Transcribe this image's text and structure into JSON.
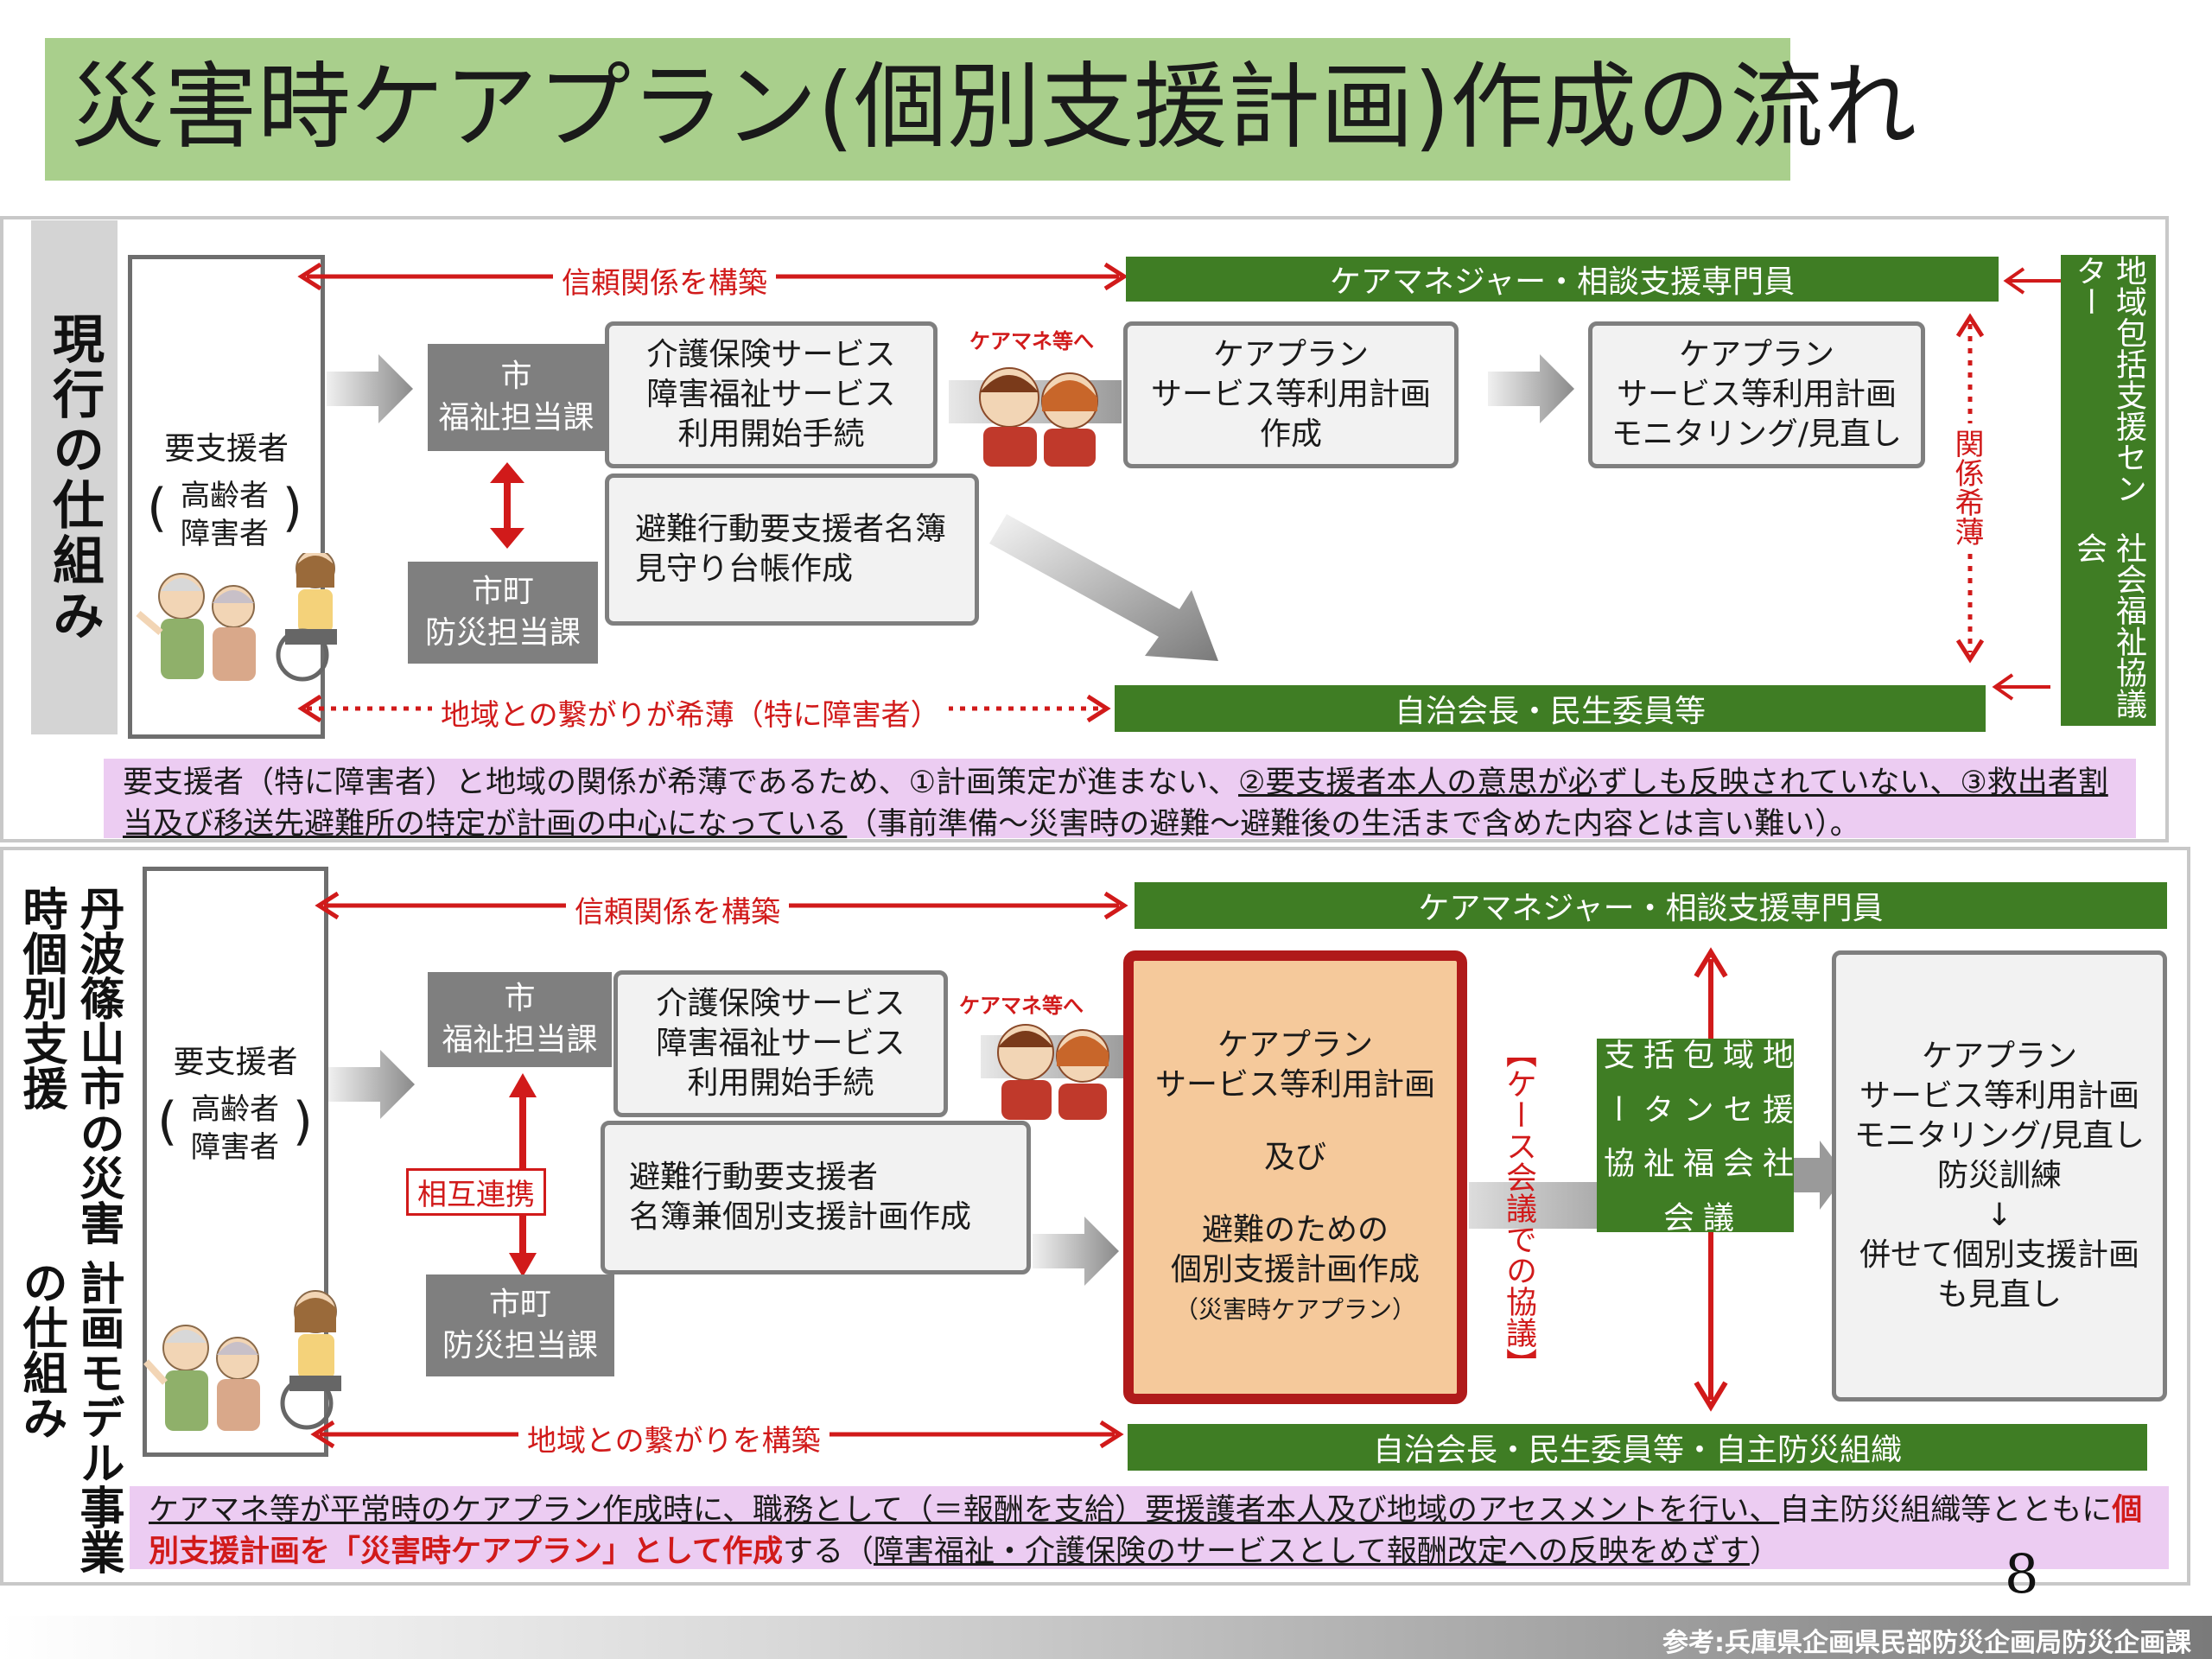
{
  "title": "災害時ケアプラン(個別支援計画)作成の流れ",
  "current": {
    "side_label": "現行の仕組み",
    "person_title": "要支援者",
    "person_sub": [
      "高齢者",
      "障害者"
    ],
    "trust_label": "信頼関係を構築",
    "care_manager_bar": "ケアマネジャー・相談支援専門員",
    "city_welfare": [
      "市",
      "福祉担当課"
    ],
    "city_disaster": [
      "市町",
      "防災担当課"
    ],
    "service_box": [
      "介護保険サービス",
      "障害福祉サービス",
      "利用開始手続"
    ],
    "evac_box": [
      "避難行動要支援者名簿",
      "見守り台帳作成"
    ],
    "care_note": "ケアマネ等へ",
    "plan_box": [
      "ケアプラン",
      "サービス等利用計画",
      "作成"
    ],
    "monitor_box": [
      "ケアプラン",
      "サービス等利用計画",
      "モニタリング/見直し"
    ],
    "weak_relation": "関係希薄",
    "community_label": "地域との繋がりが希薄（特に障害者）",
    "community_bar": "自治会長・民生委員等",
    "support_center": [
      "地域包括支援センター",
      "社会福祉協議会"
    ],
    "note_parts": [
      "要支援者（特に障害者）と地域の関係が希薄であるため、①計画策定が進まない、",
      "②要支援者本人の意思が必ずしも反映されていない、③救出者割当及び移送先避難所の特定が計画の中心になっている",
      "（事前準備～災害時の避難～避難後の生活まで含めた内容とは言い難い）。"
    ]
  },
  "model": {
    "side_label": [
      "丹波篠山市の災害時個別支援",
      "計画モデル事業の仕組み"
    ],
    "person_title": "要支援者",
    "person_sub": [
      "高齢者",
      "障害者"
    ],
    "trust_label": "信頼関係を構築",
    "care_manager_bar": "ケアマネジャー・相談支援専門員",
    "city_welfare": [
      "市",
      "福祉担当課"
    ],
    "city_disaster": [
      "市町",
      "防災担当課"
    ],
    "mutual": "相互連携",
    "service_box": [
      "介護保険サービス",
      "障害福祉サービス",
      "利用開始手続"
    ],
    "evac_box": [
      "避難行動要支援者",
      "名簿兼個別支援計画作成"
    ],
    "care_note": "ケアマネ等へ",
    "central_box": [
      "ケアプラン",
      "サービス等利用計画",
      "及び",
      "避難のための",
      "個別支援計画作成"
    ],
    "central_sub": "（災害時ケアプラン）",
    "case_meeting": "【ケース会議での協議】",
    "support_center": [
      "地域包括支",
      "援センター",
      "社会福祉協",
      "議会"
    ],
    "monitor_box": [
      "ケアプラン",
      "サービス等利用計画",
      "モニタリング/見直し",
      "防災訓練",
      "↓",
      "併せて個別支援計画",
      "も見直し"
    ],
    "community_label": "地域との繋がりを構築",
    "community_bar": "自治会長・民生委員等・自主防災組織",
    "note_parts": [
      "ケアマネ等が平常時のケアプラン作成時に、職務として（＝報酬を支給）要援護者本人及び地域のアセスメントを行い、",
      "自主防災組織等とともに",
      "個別支援計画を「災害時ケアプラン」として作成",
      "する（",
      "障害福祉・介護保険のサービスとして報酬改定への反映をめざす",
      "）"
    ]
  },
  "page_number": "8",
  "footer": "参考:兵庫県企画県民部防災企画局防災企画課",
  "colors": {
    "title_bg": "#a9cf8c",
    "green": "#3f7d24",
    "red": "#d11a1a",
    "gray": "#7f7f7f",
    "note_bg": "#ecccf2",
    "central_bg": "#f5c99b",
    "central_border": "#b01a1a"
  }
}
